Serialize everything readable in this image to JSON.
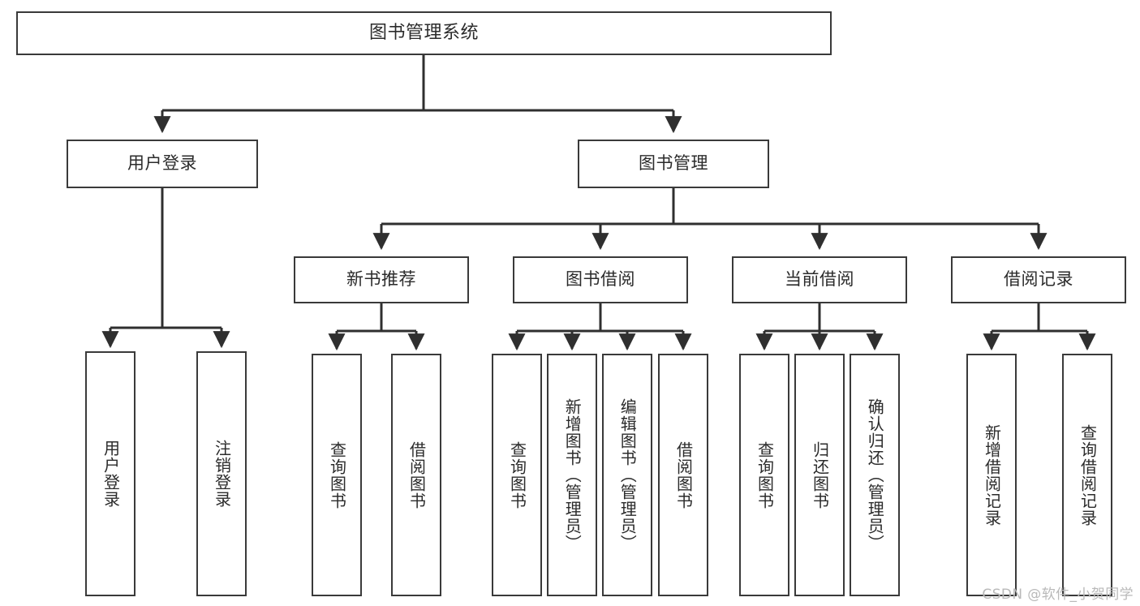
{
  "diagram": {
    "type": "tree",
    "title": "图书管理系统",
    "watermark": "CSDN @软件_小贺同学",
    "colors": {
      "background": "#ffffff",
      "box_border": "#3a3a3a",
      "box_fill": "#ffffff",
      "text": "#2b2b2b",
      "connector": "#2f2f2f",
      "watermark": "#b9b9b9"
    },
    "root": {
      "label": "图书管理系统"
    },
    "level2": [
      {
        "label": "用户登录"
      },
      {
        "label": "图书管理"
      }
    ],
    "level3": [
      {
        "label": "新书推荐"
      },
      {
        "label": "图书借阅"
      },
      {
        "label": "当前借阅"
      },
      {
        "label": "借阅记录"
      }
    ],
    "leaves": {
      "user_login": [
        {
          "label": "用户登录"
        },
        {
          "label": "注销登录"
        }
      ],
      "new_book_recommend": [
        {
          "label": "查询图书"
        },
        {
          "label": "借阅图书"
        }
      ],
      "book_borrow": [
        {
          "label": "查询图书"
        },
        {
          "label": "新增图书（管理员）"
        },
        {
          "label": "编辑图书（管理员）"
        },
        {
          "label": "借阅图书"
        }
      ],
      "current_borrow": [
        {
          "label": "查询图书"
        },
        {
          "label": "归还图书"
        },
        {
          "label": "确认归还（管理员）"
        }
      ],
      "borrow_record": [
        {
          "label": "新增借阅记录"
        },
        {
          "label": "查询借阅记录"
        }
      ]
    }
  }
}
